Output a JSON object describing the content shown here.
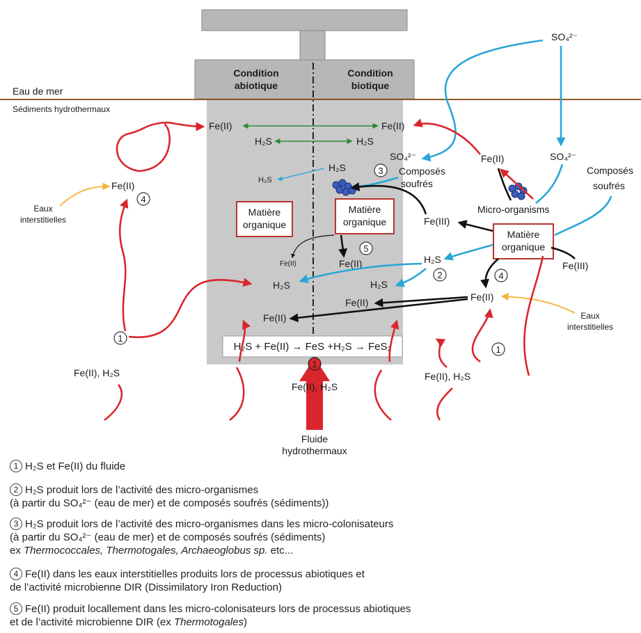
{
  "labels": {
    "condition_abiotic_1": "Condition",
    "condition_abiotic_2": "abiotique",
    "condition_biotic_1": "Condition",
    "condition_biotic_2": "biotique",
    "sea": "Eau de mer",
    "sediments": "Sédiments hydrothermaux",
    "so4_top": "SO₄²⁻",
    "so4_mid": "SO₄²⁻",
    "so4_center": "SO₄²⁻",
    "fe2_left": "Fe(II)",
    "fe2_right": "Fe(II)",
    "h2s_left": "H₂S",
    "h2s_right": "H₂S",
    "h2s_small": "H₂S",
    "h2s_center": "H₂S",
    "composes_center_1": "Composés",
    "composes_center_2": "soufrés",
    "composes_right_1": "Composés",
    "composes_right_2": "soufrés",
    "fe2_microorg": "Fe(II)",
    "microorganisms": "Micro-organisms",
    "matiere_1": "Matière",
    "matiere_2": "organique",
    "fe3_center": "Fe(III)",
    "fe3_right": "Fe(III)",
    "fe2_far_left": "Fe(II)",
    "eaux_1": "Eaux",
    "eaux_2": "interstitielles",
    "fe2_small": "Fe(II)",
    "fe2_5": "Fe(II)",
    "h2s_far_right": "H₂S",
    "h2s_bottom_left": "H₂S",
    "h2s_bottom_right": "H₂S",
    "fe2_bottom_right": "Fe(II)",
    "fe2_right_main": "Fe(II)",
    "fe2_bottom_left": "Fe(II)",
    "reaction": "H₂S + Fe(II) → FeS +H₂S → FeS₂",
    "source_left": "Fe(II), H₂S",
    "source_center": "Fe(II), H₂S",
    "source_right": "Fe(II), H₂S",
    "fluide_1": "Fluide",
    "fluide_2": "hydrothermaux",
    "n1": "1",
    "n2": "2",
    "n3": "3",
    "n4": "4",
    "n5": "5"
  },
  "legend": [
    {
      "num": "1",
      "line1": "H₂S et Fe(II) du fluide"
    },
    {
      "num": "2",
      "line1": "H₂S produit lors de l’activité des micro-organismes",
      "line2": "(à partir du SO₄²⁻ (eau de mer) et de composés soufrés (sédiments))"
    },
    {
      "num": "3",
      "line1": "H₂S produit lors de l’activité des micro-organismes dans les micro-colonisateurs",
      "line2": "(à partir du SO₄²⁻ (eau de mer) et de composés soufrés (sédiments)",
      "line3_prefix": "ex ",
      "line3_italic": "Thermococcales, Thermotogales, Archaeoglobus sp.",
      "line3_suffix": " etc..."
    },
    {
      "num": "4",
      "line1": "Fe(II) dans les eaux interstitielles produits lors de processus abiotiques et",
      "line2": "de l’activité microbienne DIR (Dissimilatory Iron Reduction)"
    },
    {
      "num": "5",
      "line1": "Fe(II) produit locallement dans les micro-colonisateurs lors de processus abiotiques",
      "line2_prefix": "et de l’activité microbienne DIR (ex ",
      "line2_italic": "Thermotogales",
      "line2_suffix": ")"
    }
  ]
}
